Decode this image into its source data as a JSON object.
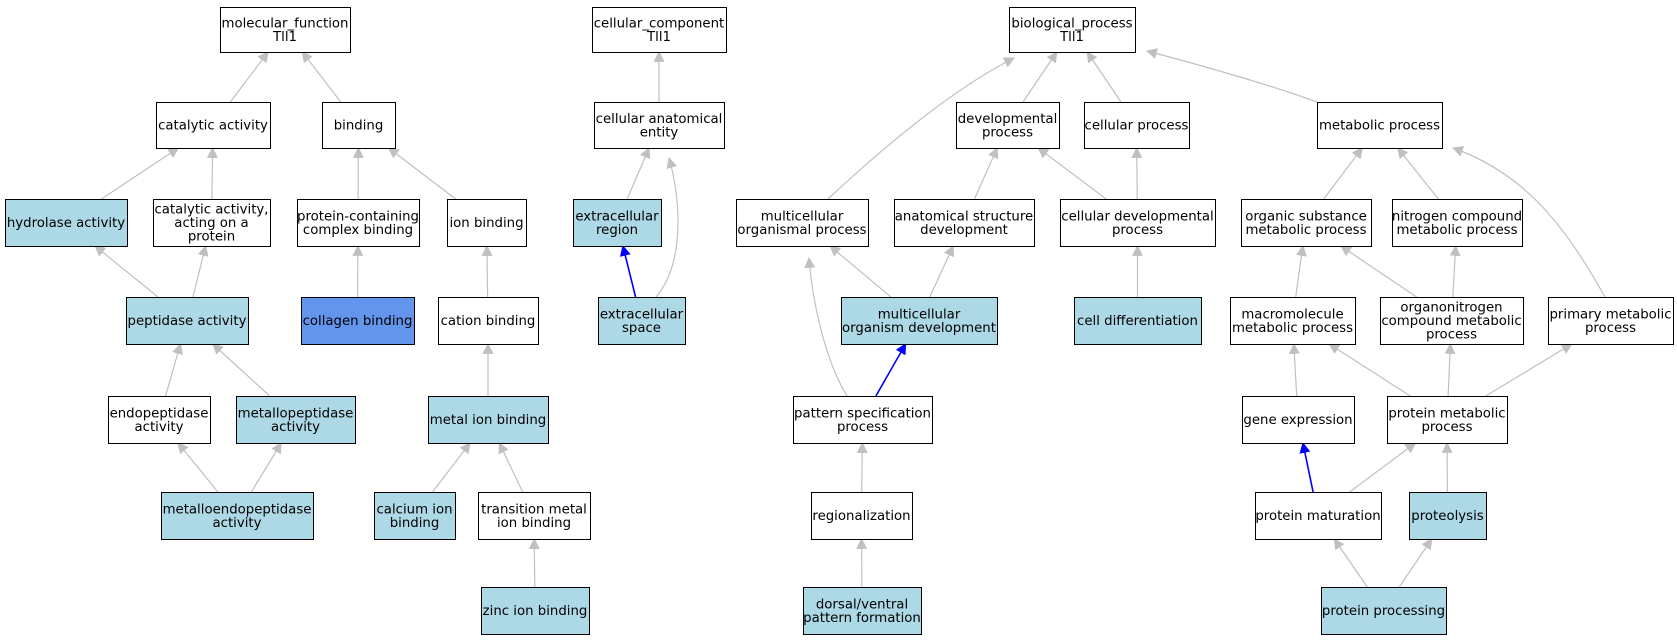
{
  "colors": {
    "plain": "#ffffff",
    "annotated": "#add8e6",
    "highlighted": "#6495ed",
    "edge_gray": "#c0c0c0",
    "edge_blue": "#0000ff"
  },
  "nodes": [
    {
      "id": "mf",
      "lines": [
        "molecular_function",
        "Tll1"
      ],
      "fill": "plain"
    },
    {
      "id": "cat",
      "lines": [
        "catalytic activity"
      ],
      "fill": "plain"
    },
    {
      "id": "bind",
      "lines": [
        "binding"
      ],
      "fill": "plain"
    },
    {
      "id": "hyd",
      "lines": [
        "hydrolase activity"
      ],
      "fill": "annotated"
    },
    {
      "id": "catprot",
      "lines": [
        "catalytic activity,",
        "acting on a",
        "protein"
      ],
      "fill": "plain"
    },
    {
      "id": "pcb",
      "lines": [
        "protein-containing",
        "complex binding"
      ],
      "fill": "plain"
    },
    {
      "id": "ionb",
      "lines": [
        "ion binding"
      ],
      "fill": "plain"
    },
    {
      "id": "pep",
      "lines": [
        "peptidase activity"
      ],
      "fill": "annotated"
    },
    {
      "id": "coll",
      "lines": [
        "collagen binding"
      ],
      "fill": "highlighted"
    },
    {
      "id": "catb",
      "lines": [
        "cation binding"
      ],
      "fill": "plain"
    },
    {
      "id": "endo",
      "lines": [
        "endopeptidase",
        "activity"
      ],
      "fill": "plain"
    },
    {
      "id": "metpep",
      "lines": [
        "metallopeptidase",
        "activity"
      ],
      "fill": "annotated"
    },
    {
      "id": "metion",
      "lines": [
        "metal ion binding"
      ],
      "fill": "annotated"
    },
    {
      "id": "metendo",
      "lines": [
        "metalloendopeptidase",
        "activity"
      ],
      "fill": "annotated"
    },
    {
      "id": "calc",
      "lines": [
        "calcium ion",
        "binding"
      ],
      "fill": "annotated"
    },
    {
      "id": "trans",
      "lines": [
        "transition metal",
        "ion binding"
      ],
      "fill": "plain"
    },
    {
      "id": "zinc",
      "lines": [
        "zinc ion binding"
      ],
      "fill": "annotated"
    },
    {
      "id": "cc",
      "lines": [
        "cellular_component",
        "Tll1"
      ],
      "fill": "plain"
    },
    {
      "id": "cae",
      "lines": [
        "cellular anatomical",
        "entity"
      ],
      "fill": "plain"
    },
    {
      "id": "exreg",
      "lines": [
        "extracellular",
        "region"
      ],
      "fill": "annotated"
    },
    {
      "id": "exsp",
      "lines": [
        "extracellular",
        "space"
      ],
      "fill": "annotated"
    },
    {
      "id": "bp",
      "lines": [
        "biological_process",
        "Tll1"
      ],
      "fill": "plain"
    },
    {
      "id": "dev",
      "lines": [
        "developmental",
        "process"
      ],
      "fill": "plain"
    },
    {
      "id": "cellp",
      "lines": [
        "cellular process"
      ],
      "fill": "plain"
    },
    {
      "id": "metab",
      "lines": [
        "metabolic process"
      ],
      "fill": "plain"
    },
    {
      "id": "mop",
      "lines": [
        "multicellular",
        "organismal process"
      ],
      "fill": "plain"
    },
    {
      "id": "asd",
      "lines": [
        "anatomical structure",
        "development"
      ],
      "fill": "plain"
    },
    {
      "id": "cdp",
      "lines": [
        "cellular developmental",
        "process"
      ],
      "fill": "plain"
    },
    {
      "id": "osmp",
      "lines": [
        "organic substance",
        "metabolic process"
      ],
      "fill": "plain"
    },
    {
      "id": "ncmp",
      "lines": [
        "nitrogen compound",
        "metabolic process"
      ],
      "fill": "plain"
    },
    {
      "id": "mod",
      "lines": [
        "multicellular",
        "organism development"
      ],
      "fill": "annotated"
    },
    {
      "id": "celldiff",
      "lines": [
        "cell differentiation"
      ],
      "fill": "annotated"
    },
    {
      "id": "macro",
      "lines": [
        "macromolecule",
        "metabolic process"
      ],
      "fill": "plain"
    },
    {
      "id": "organo",
      "lines": [
        "organonitrogen",
        "compound metabolic",
        "process"
      ],
      "fill": "plain"
    },
    {
      "id": "pmp",
      "lines": [
        "primary metabolic",
        "process"
      ],
      "fill": "plain"
    },
    {
      "id": "psp",
      "lines": [
        "pattern specification",
        "process"
      ],
      "fill": "plain"
    },
    {
      "id": "gexp",
      "lines": [
        "gene expression"
      ],
      "fill": "plain"
    },
    {
      "id": "protmet",
      "lines": [
        "protein metabolic",
        "process"
      ],
      "fill": "plain"
    },
    {
      "id": "region",
      "lines": [
        "regionalization"
      ],
      "fill": "plain"
    },
    {
      "id": "protmat",
      "lines": [
        "protein maturation"
      ],
      "fill": "plain"
    },
    {
      "id": "proteol",
      "lines": [
        "proteolysis"
      ],
      "fill": "annotated"
    },
    {
      "id": "dvpf",
      "lines": [
        "dorsal/ventral",
        "pattern formation"
      ],
      "fill": "annotated"
    },
    {
      "id": "protproc",
      "lines": [
        "protein processing"
      ],
      "fill": "annotated"
    }
  ],
  "edges": [
    {
      "from": "cat",
      "to": "mf",
      "color": "edge_gray"
    },
    {
      "from": "bind",
      "to": "mf",
      "color": "edge_gray"
    },
    {
      "from": "hyd",
      "to": "cat",
      "color": "edge_gray"
    },
    {
      "from": "catprot",
      "to": "cat",
      "color": "edge_gray"
    },
    {
      "from": "pcb",
      "to": "bind",
      "color": "edge_gray"
    },
    {
      "from": "ionb",
      "to": "bind",
      "color": "edge_gray"
    },
    {
      "from": "pep",
      "to": "hyd",
      "color": "edge_gray"
    },
    {
      "from": "pep",
      "to": "catprot",
      "color": "edge_gray"
    },
    {
      "from": "coll",
      "to": "pcb",
      "color": "edge_gray"
    },
    {
      "from": "catb",
      "to": "ionb",
      "color": "edge_gray"
    },
    {
      "from": "endo",
      "to": "pep",
      "color": "edge_gray"
    },
    {
      "from": "metpep",
      "to": "pep",
      "color": "edge_gray"
    },
    {
      "from": "metion",
      "to": "catb",
      "color": "edge_gray"
    },
    {
      "from": "metendo",
      "to": "endo",
      "color": "edge_gray"
    },
    {
      "from": "metendo",
      "to": "metpep",
      "color": "edge_gray"
    },
    {
      "from": "calc",
      "to": "metion",
      "color": "edge_gray"
    },
    {
      "from": "trans",
      "to": "metion",
      "color": "edge_gray"
    },
    {
      "from": "zinc",
      "to": "trans",
      "color": "edge_gray"
    },
    {
      "from": "cae",
      "to": "cc",
      "color": "edge_gray"
    },
    {
      "from": "exreg",
      "to": "cae",
      "color": "edge_gray"
    },
    {
      "from": "exsp",
      "to": "exreg",
      "color": "edge_blue"
    },
    {
      "from": "exsp",
      "to": "cae",
      "color": "edge_gray"
    },
    {
      "from": "dev",
      "to": "bp",
      "color": "edge_gray"
    },
    {
      "from": "cellp",
      "to": "bp",
      "color": "edge_gray"
    },
    {
      "from": "metab",
      "to": "bp",
      "color": "edge_gray"
    },
    {
      "from": "mop",
      "to": "bp",
      "color": "edge_gray"
    },
    {
      "from": "asd",
      "to": "dev",
      "color": "edge_gray"
    },
    {
      "from": "cdp",
      "to": "dev",
      "color": "edge_gray"
    },
    {
      "from": "cdp",
      "to": "cellp",
      "color": "edge_gray"
    },
    {
      "from": "osmp",
      "to": "metab",
      "color": "edge_gray"
    },
    {
      "from": "ncmp",
      "to": "metab",
      "color": "edge_gray"
    },
    {
      "from": "pmp",
      "to": "metab",
      "color": "edge_gray"
    },
    {
      "from": "mod",
      "to": "mop",
      "color": "edge_gray"
    },
    {
      "from": "mod",
      "to": "asd",
      "color": "edge_gray"
    },
    {
      "from": "celldiff",
      "to": "cdp",
      "color": "edge_gray"
    },
    {
      "from": "macro",
      "to": "osmp",
      "color": "edge_gray"
    },
    {
      "from": "organo",
      "to": "osmp",
      "color": "edge_gray"
    },
    {
      "from": "organo",
      "to": "ncmp",
      "color": "edge_gray"
    },
    {
      "from": "psp",
      "to": "mop",
      "color": "edge_gray"
    },
    {
      "from": "psp",
      "to": "mod",
      "color": "edge_blue"
    },
    {
      "from": "gexp",
      "to": "macro",
      "color": "edge_gray"
    },
    {
      "from": "protmet",
      "to": "macro",
      "color": "edge_gray"
    },
    {
      "from": "protmet",
      "to": "organo",
      "color": "edge_gray"
    },
    {
      "from": "protmet",
      "to": "pmp",
      "color": "edge_gray"
    },
    {
      "from": "region",
      "to": "psp",
      "color": "edge_gray"
    },
    {
      "from": "protmat",
      "to": "gexp",
      "color": "edge_blue"
    },
    {
      "from": "protmat",
      "to": "protmet",
      "color": "edge_gray"
    },
    {
      "from": "proteol",
      "to": "protmet",
      "color": "edge_gray"
    },
    {
      "from": "dvpf",
      "to": "region",
      "color": "edge_gray"
    },
    {
      "from": "protproc",
      "to": "protmat",
      "color": "edge_gray"
    },
    {
      "from": "protproc",
      "to": "proteol",
      "color": "edge_gray"
    }
  ]
}
